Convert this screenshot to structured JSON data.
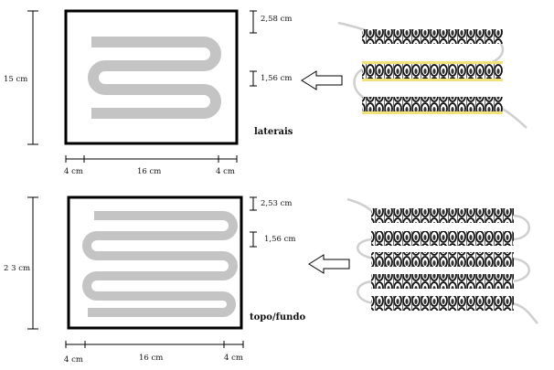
{
  "top_diagram": {
    "height_label": "15 cm",
    "gap_label": "2,58 cm",
    "band_label": "1,56 cm",
    "margin_left_label": "4 cm",
    "width_label": "16 cm",
    "margin_right_label": "4 cm",
    "name": "laterais"
  },
  "bottom_diagram": {
    "height_label": "2 3 cm",
    "gap_label": "2,53 cm",
    "band_label": "1,56 cm",
    "margin_left_label": "4 cm",
    "width_label": "16 cm",
    "margin_right_label": "4 cm",
    "name": "topo/fundo"
  },
  "colors": {
    "serpentine": "#c4c4c4",
    "frame": "#000000",
    "wire": "#cfcfcf",
    "coil_highlight": "#f2e27a"
  }
}
